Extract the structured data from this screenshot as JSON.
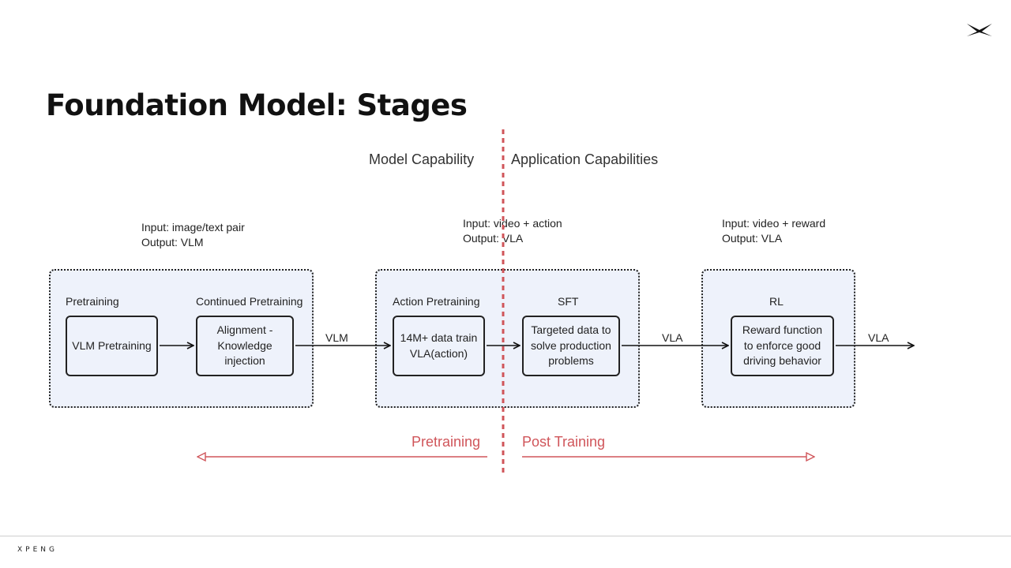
{
  "slide": {
    "title": "Foundation Model: Stages",
    "brand": "XPENG"
  },
  "sections": {
    "left": "Model Capability",
    "right": "Application Capabilities"
  },
  "io": {
    "group1": {
      "input": "Input: image/text pair",
      "output": "Output: VLM"
    },
    "group2": {
      "input": "Input: video + action",
      "output": "Output: VLA"
    },
    "group3": {
      "input": "Input: video + reward",
      "output": "Output: VLA"
    }
  },
  "stages": {
    "pretraining": {
      "label": "Pretraining",
      "box": "VLM Pretraining"
    },
    "continued": {
      "label": "Continued Pretraining",
      "box": [
        "Alignment -",
        "Knowledge",
        "injection"
      ]
    },
    "action": {
      "label": "Action Pretraining",
      "box": [
        "14M+ data train",
        "VLA(action)"
      ]
    },
    "sft": {
      "label": "SFT",
      "box": [
        "Targeted data to",
        "solve production",
        "problems"
      ]
    },
    "rl": {
      "label": "RL",
      "box": [
        "Reward function",
        "to enforce good",
        "driving behavior"
      ]
    }
  },
  "flows": {
    "vlm": "VLM",
    "vla1": "VLA",
    "vla2": "VLA"
  },
  "phases": {
    "pretraining": "Pretraining",
    "post": "Post Training"
  },
  "colors": {
    "accent": "#d0555a",
    "group_bg": "#eef2fb",
    "ink": "#222222"
  },
  "icons": {
    "logo": "xpeng-x-logo"
  }
}
